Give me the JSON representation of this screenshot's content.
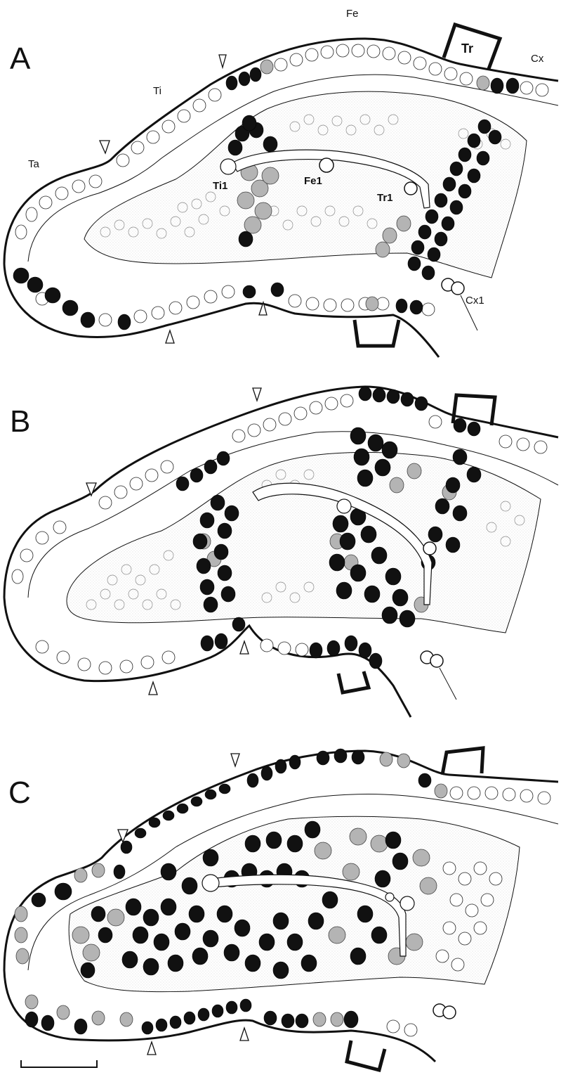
{
  "panels": [
    {
      "letter": "A",
      "labels": {
        "fe": "Fe",
        "tr": "Tr",
        "cx": "Cx",
        "ti": "Ti",
        "ta": "Ta",
        "ti1": "Ti1",
        "fe1": "Fe1",
        "tr1": "Tr1",
        "cx1": "Cx1"
      }
    },
    {
      "letter": "B"
    },
    {
      "letter": "C"
    }
  ],
  "colors": {
    "black_cell": "#111111",
    "gray_cell": "#b4b4b4",
    "dark_gray_cell": "#6e6e6e",
    "white_cell": "#ffffff",
    "stipple": "#e6e6e6",
    "line": "#111111"
  }
}
